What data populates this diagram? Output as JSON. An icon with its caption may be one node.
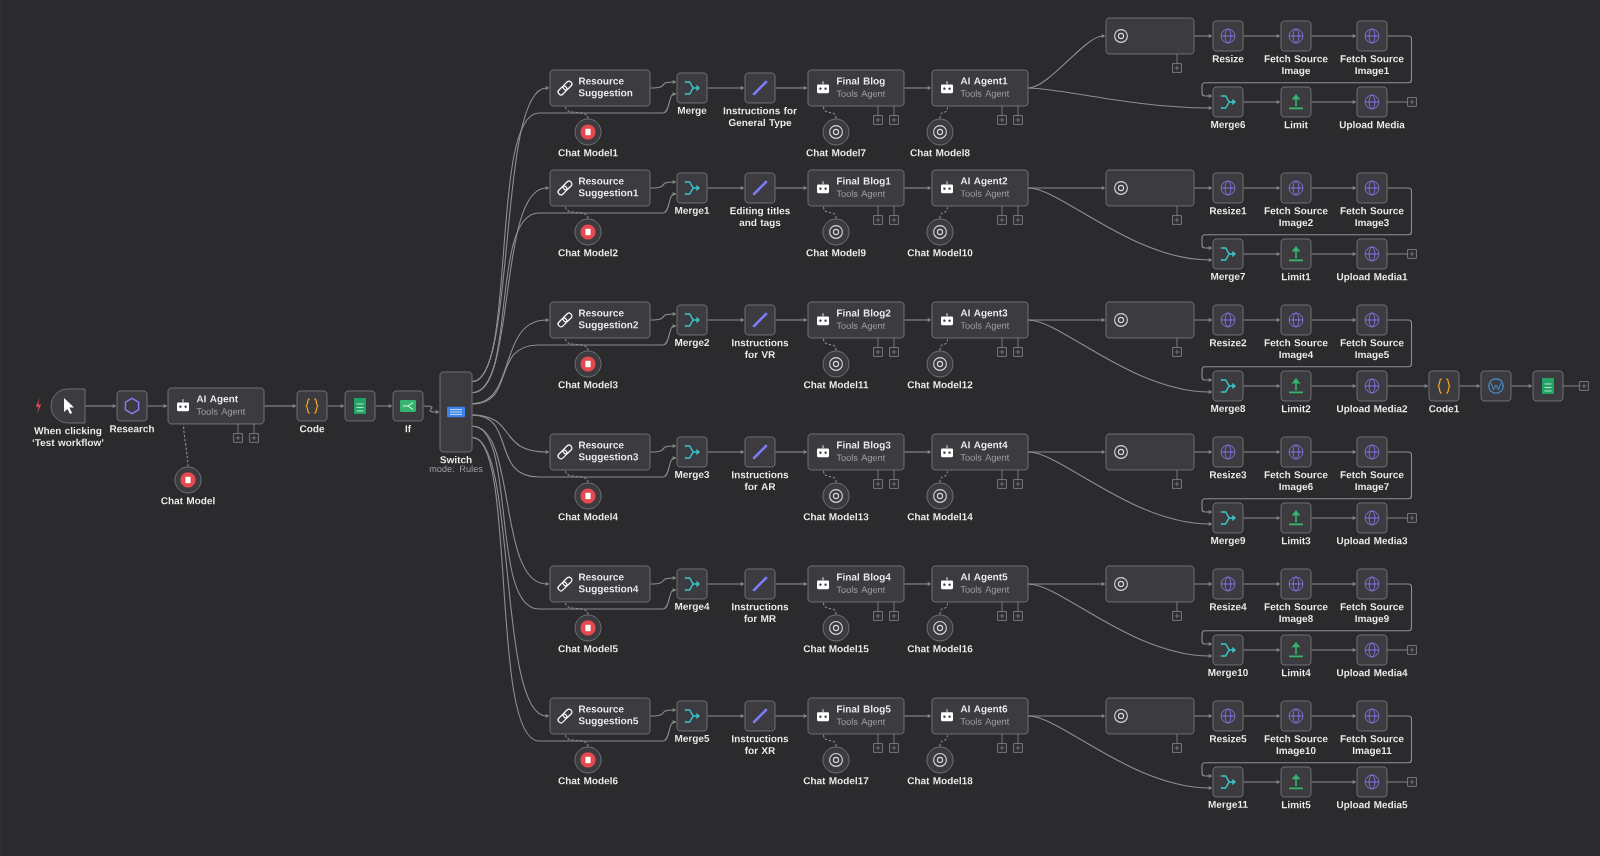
{
  "diagram": {
    "nodes": [
      {
        "text": [
          "When clicking ‘Test workflow’"
        ]
      },
      {
        "text": [
          "Research"
        ]
      },
      {
        "text": [
          "AI Agent",
          "Tools Agent"
        ]
      },
      {
        "text": [
          "Chat Model"
        ]
      },
      {
        "text": [
          "Code"
        ]
      },
      {
        "text": [],
        "shape": "box"
      },
      {
        "text": [
          "If"
        ]
      },
      {
        "text": [
          "Switch",
          "mode: Rules"
        ]
      },
      {
        "text": [
          "Resource Suggestion"
        ]
      },
      {
        "text": [
          "Chat Model1"
        ]
      },
      {
        "text": [
          "Merge"
        ]
      },
      {
        "text": [
          "Instructions for General Type"
        ]
      },
      {
        "text": [
          "Final Blog",
          "Tools Agent"
        ]
      },
      {
        "text": [
          "Chat Model7"
        ]
      },
      {
        "text": [
          "AI Agent1",
          "Tools Agent"
        ]
      },
      {
        "text": [
          "Chat Model8"
        ]
      },
      {
        "text": [],
        "shape": "box"
      },
      {
        "text": [
          "Resize"
        ]
      },
      {
        "text": [
          "Fetch Source Image"
        ]
      },
      {
        "text": [
          "Fetch Source Image1"
        ]
      },
      {
        "text": [
          "Merge6"
        ]
      },
      {
        "text": [
          "Limit"
        ]
      },
      {
        "text": [
          "Upload Media"
        ]
      },
      {
        "text": [
          "Resource Suggestion1"
        ]
      },
      {
        "text": [
          "Chat Model2"
        ]
      },
      {
        "text": [
          "Merge1"
        ]
      },
      {
        "text": [
          "Editing titles and tags"
        ]
      },
      {
        "text": [
          "Final Blog1",
          "Tools Agent"
        ]
      },
      {
        "text": [
          "Chat Model9"
        ]
      },
      {
        "text": [
          "AI Agent2",
          "Tools Agent"
        ]
      },
      {
        "text": [
          "Chat Model10"
        ]
      },
      {
        "text": [],
        "shape": "box"
      },
      {
        "text": [
          "Resize1"
        ]
      },
      {
        "text": [
          "Fetch Source Image2"
        ]
      },
      {
        "text": [
          "Fetch Source Image3"
        ]
      },
      {
        "text": [
          "Merge7"
        ]
      },
      {
        "text": [
          "Limit1"
        ]
      },
      {
        "text": [
          "Upload Media1"
        ]
      },
      {
        "text": [
          "Resource Suggestion2"
        ]
      },
      {
        "text": [
          "Chat Model3"
        ]
      },
      {
        "text": [
          "Merge2"
        ]
      },
      {
        "text": [
          "Instructions for VR"
        ]
      },
      {
        "text": [
          "Final Blog2",
          "Tools Agent"
        ]
      },
      {
        "text": [
          "Chat Model11"
        ]
      },
      {
        "text": [
          "AI Agent3",
          "Tools Agent"
        ]
      },
      {
        "text": [
          "Chat Model12"
        ]
      },
      {
        "text": [],
        "shape": "box"
      },
      {
        "text": [
          "Resize2"
        ]
      },
      {
        "text": [
          "Fetch Source Image4"
        ]
      },
      {
        "text": [
          "Fetch Source Image5"
        ]
      },
      {
        "text": [
          "Merge8"
        ]
      },
      {
        "text": [
          "Limit2"
        ]
      },
      {
        "text": [
          "Upload Media2"
        ]
      },
      {
        "text": [
          "Resource Suggestion3"
        ]
      },
      {
        "text": [
          "Chat Model4"
        ]
      },
      {
        "text": [
          "Merge3"
        ]
      },
      {
        "text": [
          "Instructions for AR"
        ]
      },
      {
        "text": [
          "Final Blog3",
          "Tools Agent"
        ]
      },
      {
        "text": [
          "Chat Model13"
        ]
      },
      {
        "text": [
          "AI Agent4",
          "Tools Agent"
        ]
      },
      {
        "text": [
          "Chat Model14"
        ]
      },
      {
        "text": [],
        "shape": "box"
      },
      {
        "text": [
          "Resize3"
        ]
      },
      {
        "text": [
          "Fetch Source Image6"
        ]
      },
      {
        "text": [
          "Fetch Source Image7"
        ]
      },
      {
        "text": [
          "Merge9"
        ]
      },
      {
        "text": [
          "Limit3"
        ]
      },
      {
        "text": [
          "Upload Media3"
        ]
      },
      {
        "text": [
          "Resource Suggestion4"
        ]
      },
      {
        "text": [
          "Chat Model5"
        ]
      },
      {
        "text": [
          "Merge4"
        ]
      },
      {
        "text": [
          "Instructions for MR"
        ]
      },
      {
        "text": [
          "Final Blog4",
          "Tools Agent"
        ]
      },
      {
        "text": [
          "Chat Model15"
        ]
      },
      {
        "text": [
          "AI Agent5",
          "Tools Agent"
        ]
      },
      {
        "text": [
          "Chat Model16"
        ]
      },
      {
        "text": [],
        "shape": "box"
      },
      {
        "text": [
          "Resize4"
        ]
      },
      {
        "text": [
          "Fetch Source Image8"
        ]
      },
      {
        "text": [
          "Fetch Source Image9"
        ]
      },
      {
        "text": [
          "Merge10"
        ]
      },
      {
        "text": [
          "Limit4"
        ]
      },
      {
        "text": [
          "Upload Media4"
        ]
      },
      {
        "text": [
          "Resource Suggestion5"
        ]
      },
      {
        "text": [
          "Chat Model6"
        ]
      },
      {
        "text": [
          "Merge5"
        ]
      },
      {
        "text": [
          "Instructions for XR"
        ]
      },
      {
        "text": [
          "Final Blog5",
          "Tools Agent"
        ]
      },
      {
        "text": [
          "Chat Model17"
        ]
      },
      {
        "text": [
          "AI Agent6",
          "Tools Agent"
        ]
      },
      {
        "text": [
          "Chat Model18"
        ]
      },
      {
        "text": [],
        "shape": "box"
      },
      {
        "text": [
          "Resize5"
        ]
      },
      {
        "text": [
          "Fetch Source Image10"
        ]
      },
      {
        "text": [
          "Fetch Source Image11"
        ]
      },
      {
        "text": [
          "Merge11"
        ]
      },
      {
        "text": [
          "Limit5"
        ]
      },
      {
        "text": [
          "Upload Media5"
        ]
      },
      {
        "text": [
          "Code1"
        ]
      },
      {
        "text": [],
        "shape": "box"
      },
      {
        "text": [],
        "shape": "box"
      }
    ],
    "edges": [
      {
        "from": 0,
        "to": 1,
        "arrow": "to"
      },
      {
        "from": 1,
        "to": 2,
        "arrow": "to"
      },
      {
        "from": 3,
        "to": 2,
        "arrow": "none",
        "style": "dashed"
      },
      {
        "from": 2,
        "to": 4,
        "arrow": "to"
      },
      {
        "from": 4,
        "to": 5,
        "arrow": "to"
      },
      {
        "from": 5,
        "to": 6,
        "arrow": "to"
      },
      {
        "from": 6,
        "to": 7,
        "arrow": "to"
      },
      {
        "from": 7,
        "to": 8,
        "arrow": "to"
      },
      {
        "from": 7,
        "to": 10,
        "arrow": "to"
      },
      {
        "from": 8,
        "to": 10,
        "arrow": "to"
      },
      {
        "from": 9,
        "to": 8,
        "arrow": "none",
        "style": "dashed"
      },
      {
        "from": 10,
        "to": 11,
        "arrow": "to"
      },
      {
        "from": 11,
        "to": 12,
        "arrow": "to"
      },
      {
        "from": 13,
        "to": 12,
        "arrow": "none",
        "style": "dashed"
      },
      {
        "from": 12,
        "to": 14,
        "arrow": "to"
      },
      {
        "from": 15,
        "to": 14,
        "arrow": "none",
        "style": "dashed"
      },
      {
        "from": 14,
        "to": 16,
        "arrow": "to"
      },
      {
        "from": 16,
        "to": 17,
        "arrow": "to"
      },
      {
        "from": 17,
        "to": 18,
        "arrow": "to"
      },
      {
        "from": 18,
        "to": 19,
        "arrow": "to"
      },
      {
        "from": 19,
        "to": 20,
        "arrow": "to"
      },
      {
        "from": 14,
        "to": 20,
        "arrow": "to"
      },
      {
        "from": 20,
        "to": 21,
        "arrow": "to"
      },
      {
        "from": 21,
        "to": 22,
        "arrow": "to"
      },
      {
        "from": 7,
        "to": 23,
        "arrow": "to"
      },
      {
        "from": 7,
        "to": 25,
        "arrow": "to"
      },
      {
        "from": 23,
        "to": 25,
        "arrow": "to"
      },
      {
        "from": 24,
        "to": 23,
        "arrow": "none",
        "style": "dashed"
      },
      {
        "from": 25,
        "to": 26,
        "arrow": "to"
      },
      {
        "from": 26,
        "to": 27,
        "arrow": "to"
      },
      {
        "from": 28,
        "to": 27,
        "arrow": "none",
        "style": "dashed"
      },
      {
        "from": 27,
        "to": 29,
        "arrow": "to"
      },
      {
        "from": 30,
        "to": 29,
        "arrow": "none",
        "style": "dashed"
      },
      {
        "from": 29,
        "to": 31,
        "arrow": "to"
      },
      {
        "from": 31,
        "to": 32,
        "arrow": "to"
      },
      {
        "from": 32,
        "to": 33,
        "arrow": "to"
      },
      {
        "from": 33,
        "to": 34,
        "arrow": "to"
      },
      {
        "from": 34,
        "to": 35,
        "arrow": "to"
      },
      {
        "from": 29,
        "to": 35,
        "arrow": "to"
      },
      {
        "from": 35,
        "to": 36,
        "arrow": "to"
      },
      {
        "from": 36,
        "to": 37,
        "arrow": "to"
      },
      {
        "from": 7,
        "to": 38,
        "arrow": "to"
      },
      {
        "from": 7,
        "to": 40,
        "arrow": "to"
      },
      {
        "from": 38,
        "to": 40,
        "arrow": "to"
      },
      {
        "from": 39,
        "to": 38,
        "arrow": "none",
        "style": "dashed"
      },
      {
        "from": 40,
        "to": 41,
        "arrow": "to"
      },
      {
        "from": 41,
        "to": 42,
        "arrow": "to"
      },
      {
        "from": 43,
        "to": 42,
        "arrow": "none",
        "style": "dashed"
      },
      {
        "from": 42,
        "to": 44,
        "arrow": "to"
      },
      {
        "from": 45,
        "to": 44,
        "arrow": "none",
        "style": "dashed"
      },
      {
        "from": 44,
        "to": 46,
        "arrow": "to"
      },
      {
        "from": 46,
        "to": 47,
        "arrow": "to"
      },
      {
        "from": 47,
        "to": 48,
        "arrow": "to"
      },
      {
        "from": 48,
        "to": 49,
        "arrow": "to"
      },
      {
        "from": 49,
        "to": 50,
        "arrow": "to"
      },
      {
        "from": 44,
        "to": 50,
        "arrow": "to"
      },
      {
        "from": 50,
        "to": 51,
        "arrow": "to"
      },
      {
        "from": 51,
        "to": 52,
        "arrow": "to"
      },
      {
        "from": 7,
        "to": 53,
        "arrow": "to"
      },
      {
        "from": 7,
        "to": 55,
        "arrow": "to"
      },
      {
        "from": 53,
        "to": 55,
        "arrow": "to"
      },
      {
        "from": 54,
        "to": 53,
        "arrow": "none",
        "style": "dashed"
      },
      {
        "from": 55,
        "to": 56,
        "arrow": "to"
      },
      {
        "from": 56,
        "to": 57,
        "arrow": "to"
      },
      {
        "from": 58,
        "to": 57,
        "arrow": "none",
        "style": "dashed"
      },
      {
        "from": 57,
        "to": 59,
        "arrow": "to"
      },
      {
        "from": 60,
        "to": 59,
        "arrow": "none",
        "style": "dashed"
      },
      {
        "from": 59,
        "to": 61,
        "arrow": "to"
      },
      {
        "from": 61,
        "to": 62,
        "arrow": "to"
      },
      {
        "from": 62,
        "to": 63,
        "arrow": "to"
      },
      {
        "from": 63,
        "to": 64,
        "arrow": "to"
      },
      {
        "from": 64,
        "to": 65,
        "arrow": "to"
      },
      {
        "from": 59,
        "to": 65,
        "arrow": "to"
      },
      {
        "from": 65,
        "to": 66,
        "arrow": "to"
      },
      {
        "from": 66,
        "to": 67,
        "arrow": "to"
      },
      {
        "from": 7,
        "to": 68,
        "arrow": "to"
      },
      {
        "from": 7,
        "to": 70,
        "arrow": "to"
      },
      {
        "from": 68,
        "to": 70,
        "arrow": "to"
      },
      {
        "from": 69,
        "to": 68,
        "arrow": "none",
        "style": "dashed"
      },
      {
        "from": 70,
        "to": 71,
        "arrow": "to"
      },
      {
        "from": 71,
        "to": 72,
        "arrow": "to"
      },
      {
        "from": 73,
        "to": 72,
        "arrow": "none",
        "style": "dashed"
      },
      {
        "from": 72,
        "to": 74,
        "arrow": "to"
      },
      {
        "from": 75,
        "to": 74,
        "arrow": "none",
        "style": "dashed"
      },
      {
        "from": 74,
        "to": 76,
        "arrow": "to"
      },
      {
        "from": 76,
        "to": 77,
        "arrow": "to"
      },
      {
        "from": 77,
        "to": 78,
        "arrow": "to"
      },
      {
        "from": 78,
        "to": 79,
        "arrow": "to"
      },
      {
        "from": 79,
        "to": 80,
        "arrow": "to"
      },
      {
        "from": 74,
        "to": 80,
        "arrow": "to"
      },
      {
        "from": 80,
        "to": 81,
        "arrow": "to"
      },
      {
        "from": 81,
        "to": 82,
        "arrow": "to"
      },
      {
        "from": 7,
        "to": 83,
        "arrow": "to"
      },
      {
        "from": 7,
        "to": 85,
        "arrow": "to"
      },
      {
        "from": 83,
        "to": 85,
        "arrow": "to"
      },
      {
        "from": 84,
        "to": 83,
        "arrow": "none",
        "style": "dashed"
      },
      {
        "from": 85,
        "to": 86,
        "arrow": "to"
      },
      {
        "from": 86,
        "to": 87,
        "arrow": "to"
      },
      {
        "from": 88,
        "to": 87,
        "arrow": "none",
        "style": "dashed"
      },
      {
        "from": 87,
        "to": 89,
        "arrow": "to"
      },
      {
        "from": 90,
        "to": 89,
        "arrow": "none",
        "style": "dashed"
      },
      {
        "from": 89,
        "to": 91,
        "arrow": "to"
      },
      {
        "from": 91,
        "to": 92,
        "arrow": "to"
      },
      {
        "from": 92,
        "to": 93,
        "arrow": "to"
      },
      {
        "from": 93,
        "to": 94,
        "arrow": "to"
      },
      {
        "from": 94,
        "to": 95,
        "arrow": "to"
      },
      {
        "from": 89,
        "to": 95,
        "arrow": "to"
      },
      {
        "from": 95,
        "to": 96,
        "arrow": "to"
      },
      {
        "from": 96,
        "to": 97,
        "arrow": "to"
      },
      {
        "from": 52,
        "to": 98,
        "arrow": "to"
      },
      {
        "from": 98,
        "to": 99,
        "arrow": "to"
      },
      {
        "from": 99,
        "to": 100,
        "arrow": "to"
      }
    ]
  }
}
